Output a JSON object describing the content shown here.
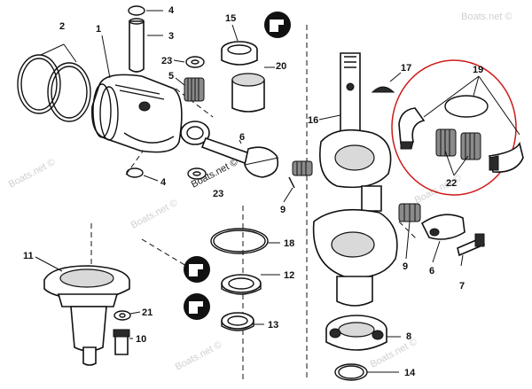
{
  "watermarks": [
    "Boats.net ©",
    "Boats.net ©",
    "Boats.net ©",
    "Boats.net ©",
    "Boats.net ©",
    "Boats.net ©",
    "Boats.net ©"
  ],
  "callouts": {
    "c1": "1",
    "c2": "2",
    "c3": "3",
    "c4a": "4",
    "c4b": "4",
    "c5": "5",
    "c6a": "6",
    "c6b": "6",
    "c7": "7",
    "c8": "8",
    "c9a": "9",
    "c9b": "9",
    "c10": "10",
    "c11": "11",
    "c12": "12",
    "c13": "13",
    "c14": "14",
    "c15": "15",
    "c16": "16",
    "c17": "17",
    "c18": "18",
    "c19": "19",
    "c20": "20",
    "c21": "21",
    "c22": "22",
    "c23a": "23",
    "c23b": "23"
  },
  "colors": {
    "line": "#111111",
    "highlight": "#d01818",
    "watermark": "#cfcfcf"
  }
}
